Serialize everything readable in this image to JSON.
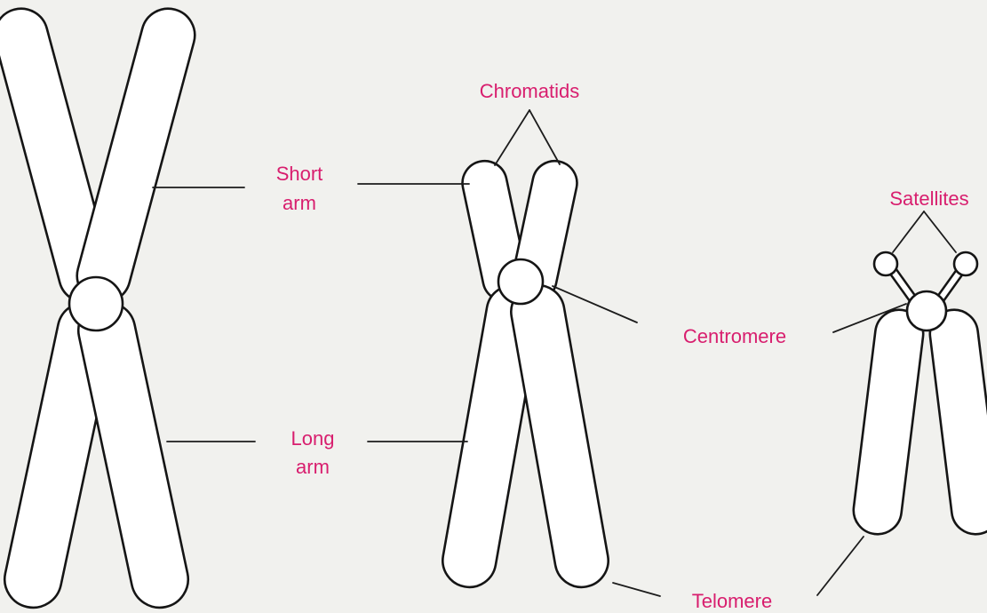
{
  "labels": {
    "chromatids": "Chromatids",
    "short_arm_line1": "Short",
    "short_arm_line2": "arm",
    "long_arm_line1": "Long",
    "long_arm_line2": "arm",
    "centromere": "Centromere",
    "satellites": "Satellites",
    "telomere": "Telomere"
  },
  "colors": {
    "label": "#d81e6e",
    "outline": "#151515",
    "background": "#f1f1ee"
  }
}
